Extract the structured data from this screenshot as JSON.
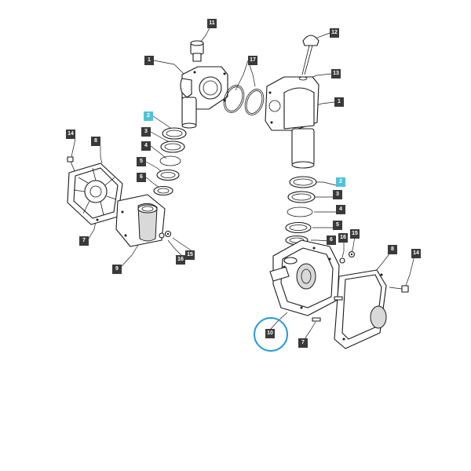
{
  "callouts": [
    {
      "id": "c11",
      "label": "11",
      "highlight": false
    },
    {
      "id": "c12",
      "label": "12",
      "highlight": false
    },
    {
      "id": "c1a",
      "label": "1",
      "highlight": false
    },
    {
      "id": "c17",
      "label": "17",
      "highlight": false
    },
    {
      "id": "c13",
      "label": "13",
      "highlight": false
    },
    {
      "id": "c1b",
      "label": "1",
      "highlight": false
    },
    {
      "id": "c2a",
      "label": "2",
      "highlight": true
    },
    {
      "id": "c3a",
      "label": "3",
      "highlight": false
    },
    {
      "id": "c4a",
      "label": "4",
      "highlight": false
    },
    {
      "id": "c5a",
      "label": "5",
      "highlight": false
    },
    {
      "id": "c6a",
      "label": "6",
      "highlight": false
    },
    {
      "id": "c14a",
      "label": "14",
      "highlight": false
    },
    {
      "id": "c8a",
      "label": "8",
      "highlight": false
    },
    {
      "id": "c7a",
      "label": "7",
      "highlight": false
    },
    {
      "id": "c9",
      "label": "9",
      "highlight": false
    },
    {
      "id": "c16a",
      "label": "16",
      "highlight": false
    },
    {
      "id": "c15a",
      "label": "15",
      "highlight": false
    },
    {
      "id": "c2b",
      "label": "2",
      "highlight": true
    },
    {
      "id": "c3b",
      "label": "3",
      "highlight": false
    },
    {
      "id": "c4b",
      "label": "4",
      "highlight": false
    },
    {
      "id": "c5b",
      "label": "5",
      "highlight": false
    },
    {
      "id": "c6b",
      "label": "6",
      "highlight": false
    },
    {
      "id": "c16b",
      "label": "16",
      "highlight": false
    },
    {
      "id": "c15b",
      "label": "15",
      "highlight": false
    },
    {
      "id": "c8b",
      "label": "8",
      "highlight": false
    },
    {
      "id": "c14b",
      "label": "14",
      "highlight": false
    },
    {
      "id": "c10",
      "label": "10",
      "highlight": false
    },
    {
      "id": "c7b",
      "label": "7",
      "highlight": false
    }
  ],
  "colors": {
    "tag": "#3a3a3a",
    "tag_highlight": "#4fc3d6",
    "circle_highlight": "#1e9bd7",
    "line": "#1a1a1a"
  }
}
